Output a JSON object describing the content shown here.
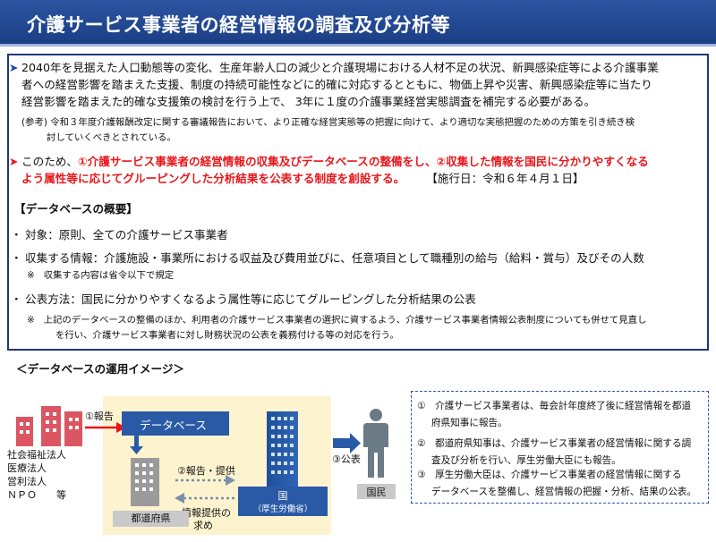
{
  "header": {
    "title": "介護サービス事業者の経営情報の調査及び分析等"
  },
  "intro": {
    "marker": "➤",
    "lines": [
      "2040年を見据えた人口動態等の変化、生産年齢人口の減少と介護現場における人材不足の状況、新興感染症等による介護事業",
      "者への経営影響を踏まえた支援、制度の持続可能性などに的確に対応するとともに、物価上昇や災害、新興感染症等に当たり",
      "経営影響を踏まえた的確な支援策の検討を行う上で、 3年に１度の介護事業経営実態調査を補完する必要がある。"
    ],
    "note_lines": [
      "(参考) 令和３年度介護報酬改定に関する審議報告において、より正確な経営実態等の把握に向けて、より適切な実態把握のための方策を引き続き検",
      "討していくべきとされている。"
    ]
  },
  "policy": {
    "marker": "➤",
    "line1_prefix": "このため、",
    "line1_red": "①介護サービス事業者の経営情報の収集及びデータベースの整備をし、②収集した情報を国民に分かりやすくなる",
    "line2_red": "よう属性等に応じてグルーピングした分析結果を公表する制度を創設する。",
    "effective": "【施行日：令和６年４月１日】"
  },
  "database": {
    "heading": "【データベースの概要】",
    "bullet_mark": "・",
    "items": [
      {
        "text": "対象：原則、全ての介護サービス事業者"
      },
      {
        "text": "収集する情報：介護施設・事業所における収益及び費用並びに、任意項目として職種別の給与（給料・賞与）及びその人数"
      },
      {
        "text": "公表方法：国民に分かりやすくなるよう属性等に応じてグルーピングした分析結果の公表"
      }
    ],
    "note_mark": "※",
    "note_collect": "収集する内容は省令以下で規定",
    "note_other_lines": [
      "上記のデータベースの整備のほか、利用者の介護サービス事業者の選択に資するよう、介護サービス事業者情報公表制度についても併せて見直し",
      "を行い、介護サービス事業者に対し財務状況の公表を義務付ける等の対応を行う。"
    ]
  },
  "operation": {
    "title": "＜データベースの運用イメージ＞",
    "database_label": "データベース",
    "report_label": "①報告",
    "report_provide_label": "②報告・提供",
    "request_label_1": "情報提供の",
    "request_label_2": "求め",
    "publish_label": "③公表",
    "organizations": [
      "社会福祉法人",
      "医療法人",
      "営利法人",
      "ＮＰＯ　　等"
    ],
    "prefecture_label": "都道府県",
    "national_label": "国",
    "national_sub": "（厚生労働省）",
    "citizens_label": "国民",
    "colors": {
      "blue": "#2a5aa6",
      "red": "#e8161b",
      "yellow": "#fdf4cf",
      "gray": "#c9c9c9"
    }
  },
  "notes": {
    "items": [
      {
        "lines": [
          "①　介護サービス事業者は、毎会計年度終了後に経営情報を都道",
          "府県知事に報告。"
        ]
      },
      {
        "lines": [
          "②　都道府県知事は、介護サービス事業者の経営情報に関する調",
          "査及び分析を行い、厚生労働大臣にも報告。"
        ]
      },
      {
        "lines": [
          "③　厚生労働大臣は、介護サービス事業者の経営情報に関する",
          "データベースを整備し、経営情報の把握・分析、結果の公表。"
        ]
      }
    ]
  }
}
